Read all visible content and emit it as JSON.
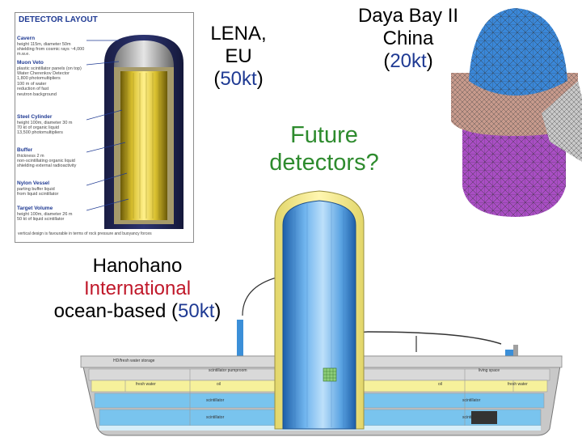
{
  "lena": {
    "label_line1": "LENA,",
    "label_line2": "EU",
    "paren_open": "(",
    "mass": "50kt",
    "paren_close": ")",
    "panel_title": "DETECTOR LAYOUT",
    "items": [
      {
        "title": "Cavern",
        "lines": [
          "height 115m, diameter 50m",
          "shielding from cosmic rays ~4,000 m.w.e."
        ]
      },
      {
        "title": "Muon Veto",
        "lines": [
          "plastic scintillator panels (on top)",
          "Water Cherenkov Detector",
          "1,800 photomultipliers",
          "100 m of water",
          "reduction of fast",
          "neutron background"
        ]
      },
      {
        "title": "Steel Cylinder",
        "lines": [
          "height 100m, diameter 30 m",
          "70 kt of organic liquid",
          "13,500 photomultipliers"
        ]
      },
      {
        "title": "Buffer",
        "lines": [
          "thickness 2 m",
          "non-scintillating organic liquid",
          "shielding external radioactivity"
        ]
      },
      {
        "title": "Nylon Vessel",
        "lines": [
          "parting buffer liquid",
          "from liquid scintillator"
        ]
      },
      {
        "title": "Target Volume",
        "lines": [
          "height 100m, diameter 26 m",
          "50 kt of liquid scintillator"
        ]
      }
    ],
    "note": "vertical design is favourable in terms of rock pressure and buoyancy forces"
  },
  "daya_bay": {
    "line1": "Daya Bay II",
    "line2": "China",
    "paren_open": "(",
    "mass": "20kt",
    "paren_close": ")"
  },
  "center": {
    "line1": "Future",
    "line2": "detectors?"
  },
  "hanohano": {
    "line1": "Hanohano",
    "line2": "International",
    "line3_pre": "ocean-based (",
    "mass": "50kt",
    "paren_close": ")",
    "ship_labels": {
      "storage": "HD/fresh water storage",
      "scint_pump": "scintillator pumproom",
      "fresh_water_left": "fresh water",
      "oil_left": "oil",
      "scint_left": "scintillator",
      "scint_left2": "scintillator",
      "living_space": "living space",
      "oil_right": "oil",
      "fresh_water_right": "fresh water",
      "scint_right": "scintillator",
      "scint_right2": "scintillator"
    }
  },
  "colors": {
    "title_blue": "#1f3a93",
    "title_red": "#c0182a",
    "title_green": "#2e8b2e",
    "oil": "#f6f19b",
    "scintillator": "#79c4ee",
    "tank_blue": "#3f8fd6"
  }
}
